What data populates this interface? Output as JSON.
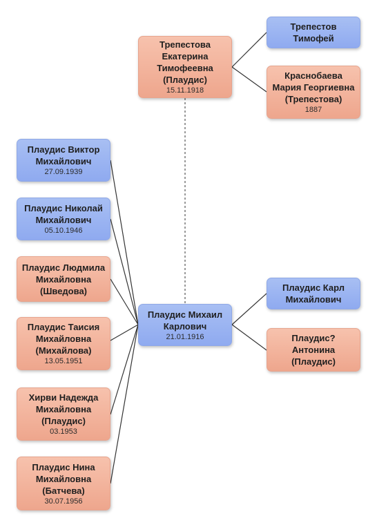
{
  "main_person": {
    "name": "Плаудис Михаил Карлович",
    "date": "21.01.1916",
    "gender": "male"
  },
  "spouse": {
    "name": "Трепестова Екатерина Тимофеевна (Плаудис)",
    "date": "15.11.1918",
    "gender": "female"
  },
  "spouse_parents": [
    {
      "name": "Трепестов Тимофей",
      "date": "",
      "gender": "male"
    },
    {
      "name": "Краснобаева Мария Георгиевна (Трепестова)",
      "date": "1887",
      "gender": "female"
    }
  ],
  "parents": [
    {
      "name": "Плаудис Карл Михайлович",
      "date": "",
      "gender": "male"
    },
    {
      "name": "Плаудис? Антонина (Плаудис)",
      "date": "",
      "gender": "female"
    }
  ],
  "children": [
    {
      "name": "Плаудис Виктор Михайлович",
      "date": "27.09.1939",
      "gender": "male"
    },
    {
      "name": "Плаудис Николай Михайлович",
      "date": "05.10.1946",
      "gender": "male"
    },
    {
      "name": "Плаудис Людмила Михайловна (Шведова)",
      "date": "",
      "gender": "female"
    },
    {
      "name": "Плаудис Таисия Михайловна (Михайлова)",
      "date": "13.05.1951",
      "gender": "female"
    },
    {
      "name": "Хирви Надежда Михайловна (Плаудис)",
      "date": "03.1953",
      "gender": "female"
    },
    {
      "name": "Плаудис Нина Михайловна (Батчева)",
      "date": "30.07.1956",
      "gender": "female"
    }
  ],
  "colors": {
    "male": "#99b3f2",
    "female": "#f1b19a",
    "line": "#333333"
  }
}
